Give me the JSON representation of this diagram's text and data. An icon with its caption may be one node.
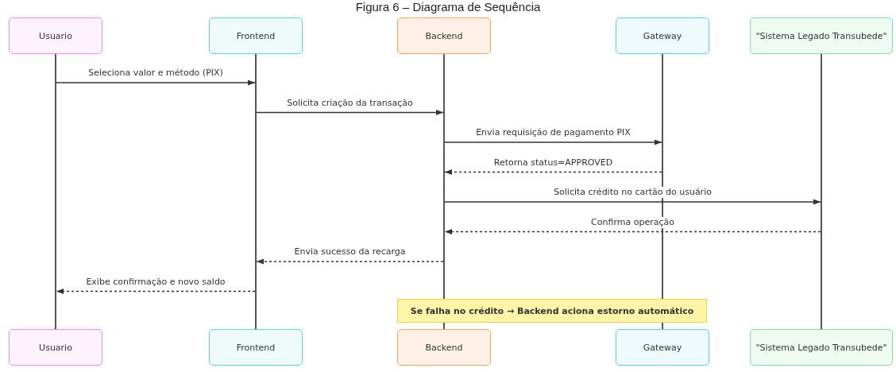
{
  "diagram": {
    "title": "Figura 6 – Diagrama de Sequência",
    "nodes": [
      {
        "text": [
          "Usuario"
        ]
      },
      {
        "text": [
          "Frontend"
        ]
      },
      {
        "text": [
          "Backend"
        ]
      },
      {
        "text": [
          "Gateway"
        ]
      },
      {
        "text": [
          "\"Sistema Legado Transubede\""
        ]
      },
      {
        "text": [],
        "shape": "line"
      },
      {
        "text": [],
        "shape": "line"
      },
      {
        "text": [],
        "shape": "line"
      },
      {
        "text": [],
        "shape": "line"
      },
      {
        "text": [],
        "shape": "line"
      },
      {
        "text": [
          "Usuario"
        ]
      },
      {
        "text": [
          "Frontend"
        ]
      },
      {
        "text": [
          "Backend"
        ]
      },
      {
        "text": [
          "Gateway"
        ]
      },
      {
        "text": [
          "\"Sistema Legado Transubede\""
        ]
      },
      {
        "text": [
          "Se falha no crédito → Backend aciona estorno automático"
        ]
      }
    ],
    "edges": [
      {
        "from": 5,
        "to": 6,
        "arrow": "to",
        "label": "Seleciona valor e método (PIX)"
      },
      {
        "from": 6,
        "to": 7,
        "arrow": "to",
        "label": "Solicita criação da transação"
      },
      {
        "from": 7,
        "to": 8,
        "arrow": "to",
        "label": "Envia requisição de pagamento PIX"
      },
      {
        "from": 8,
        "to": 7,
        "arrow": "to",
        "label": "Retorna status=APPROVED",
        "style": "dashed"
      },
      {
        "from": 7,
        "to": 9,
        "arrow": "to",
        "label": "Solicita crédito no cartão do usuário"
      },
      {
        "from": 9,
        "to": 7,
        "arrow": "to",
        "label": "Confirma operação",
        "style": "dashed"
      },
      {
        "from": 7,
        "to": 6,
        "arrow": "to",
        "label": "Envia sucesso da recarga",
        "style": "dashed"
      },
      {
        "from": 6,
        "to": 5,
        "arrow": "to",
        "label": "Exibe confirmação e novo saldo",
        "style": "dashed"
      }
    ]
  }
}
